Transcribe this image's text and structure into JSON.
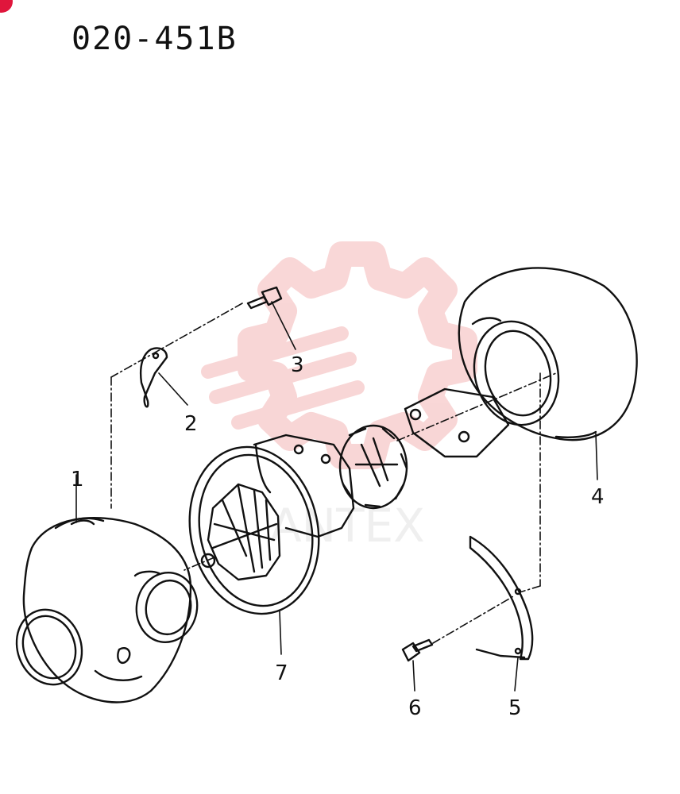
{
  "title": "020-451B",
  "colors": {
    "line": "#111111",
    "watermark": "#f6c6c6",
    "accent": "#e0163c"
  },
  "watermark": {
    "text": "ANTEX"
  },
  "callouts": [
    {
      "label": "1",
      "part": "compressor-housing"
    },
    {
      "label": "2",
      "part": "clamp"
    },
    {
      "label": "3",
      "part": "bolt"
    },
    {
      "label": "4",
      "part": "turbine-housing"
    },
    {
      "label": "5",
      "part": "clamp-plate"
    },
    {
      "label": "6",
      "part": "bolt"
    },
    {
      "label": "7",
      "part": "cartridge"
    }
  ]
}
